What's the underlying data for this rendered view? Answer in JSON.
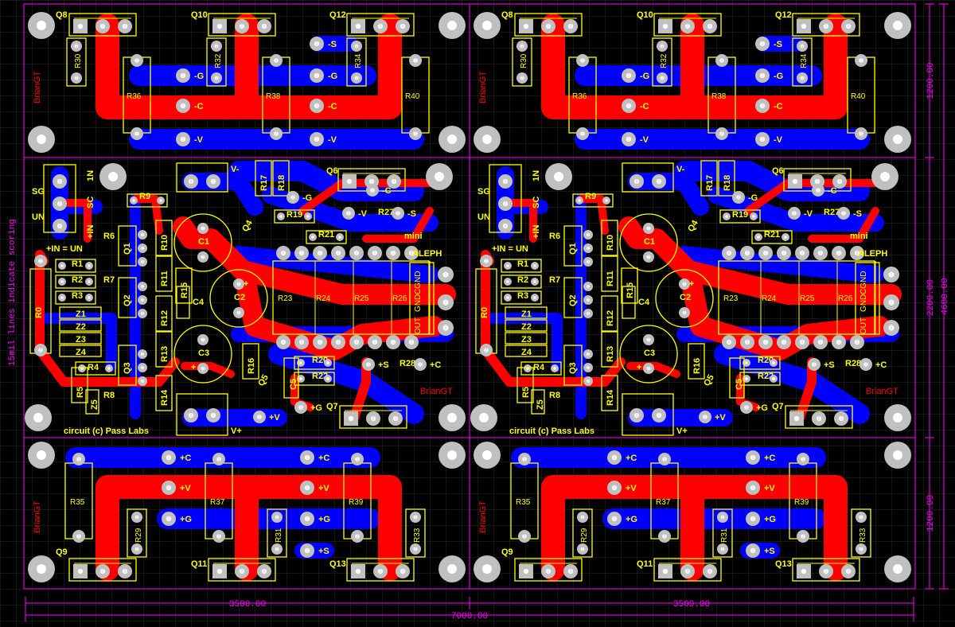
{
  "colors": {
    "background": "#000000",
    "grid": "#303030",
    "top_copper": "#ff0000",
    "bottom_copper": "#0000ff",
    "silkscreen": "#ffff00",
    "outline": "#ff00ff",
    "pad": "#c0c0c0"
  },
  "brand": "BrianGT",
  "mini": "mini",
  "aleph": "ALEPH",
  "copyright": "circuit (c) Pass Labs",
  "scoring_note": "15mil lines indicate scoring",
  "dimensions": {
    "panel_width": "7000.00",
    "half_width": "3500.00",
    "top_height": "1200.00",
    "main_height": "2200.00",
    "bottom_height": "1200.00",
    "total_height": "4600.00"
  },
  "top_board": {
    "q_labels": [
      "Q8",
      "Q10",
      "Q12"
    ],
    "r_small": [
      "R30",
      "R32",
      "R34"
    ],
    "r_big": [
      "R36",
      "R38",
      "R40"
    ],
    "nets": [
      "-S",
      "-G",
      "-G",
      "-C",
      "-C",
      "-V",
      "-V"
    ]
  },
  "bottom_board": {
    "q_labels": [
      "Q9",
      "Q11",
      "Q13"
    ],
    "r_small": [
      "R29",
      "R31",
      "R33"
    ],
    "r_big": [
      "R35",
      "R37",
      "R39"
    ],
    "nets": [
      "+C",
      "+C",
      "+V",
      "+V",
      "+G",
      "+G",
      "+S"
    ]
  },
  "main_board": {
    "labels": [
      "SG",
      "UN",
      "SC",
      "IN",
      "+IN",
      "UN",
      "R1",
      "R2",
      "R3",
      "R0",
      "R4",
      "R5",
      "R6",
      "R7",
      "R8",
      "R9",
      "R10",
      "R11",
      "R12",
      "R13",
      "R14",
      "R15",
      "R16",
      "R17",
      "R18",
      "R19",
      "R21",
      "R20",
      "R22",
      "R23",
      "R24",
      "R25",
      "R26",
      "R27",
      "R28",
      "Q1",
      "Q2",
      "Q3",
      "Q4",
      "Q5",
      "Q6",
      "Q7",
      "C1",
      "C2",
      "C3",
      "C4",
      "C5",
      "Z1",
      "Z2",
      "Z3",
      "Z4",
      "Z5",
      "V-",
      "V+",
      "-C",
      "-G",
      "-V",
      "-S",
      "+S",
      "+C",
      "+G",
      "+V",
      "CGND",
      "GND",
      "OUT",
      "GND",
      "1N",
      "+"
    ]
  }
}
